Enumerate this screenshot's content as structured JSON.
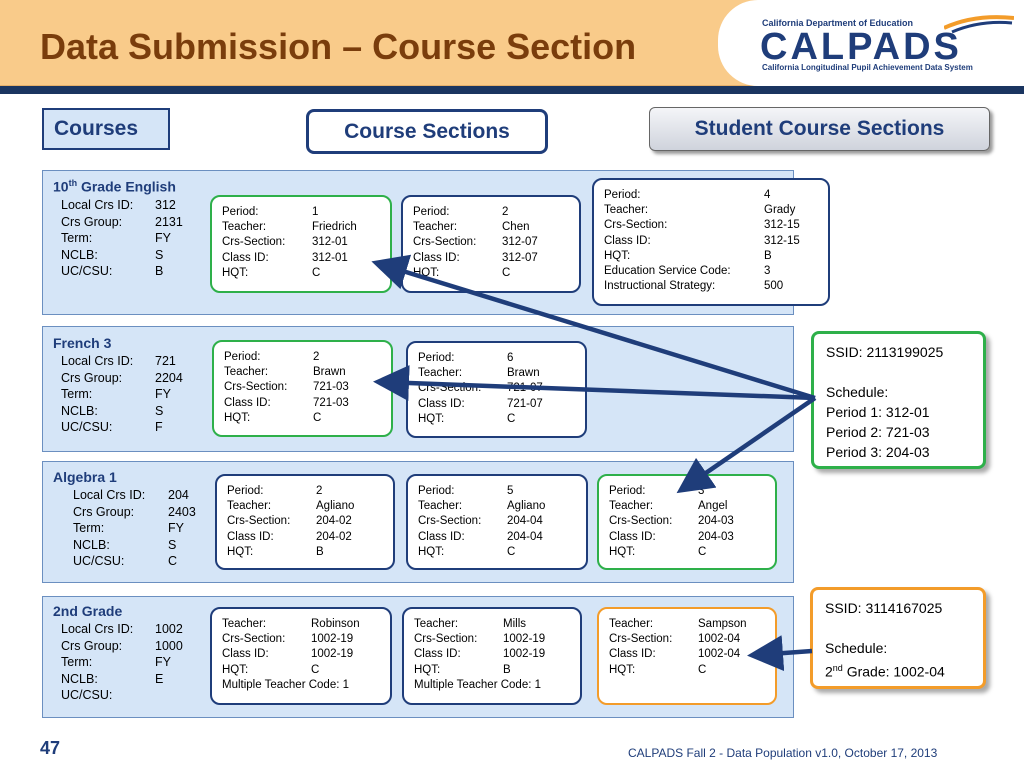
{
  "header": {
    "title": "Data Submission – Course Section"
  },
  "logo": {
    "dept": "California Department of Education",
    "word": "CALPADS",
    "sub": "California Longitudinal Pupil Achievement Data System",
    "colors": {
      "navy": "#1f3d7a",
      "orange": "#f39c2a"
    }
  },
  "labels": {
    "courses": "Courses",
    "sections": "Course Sections",
    "student": "Student Course Sections"
  },
  "courses": [
    {
      "title_main": "10",
      "title_sup": "th",
      "title_rest": " Grade English",
      "fields": [
        {
          "k": "Local Crs ID:",
          "v": "312"
        },
        {
          "k": "Crs Group:",
          "v": "2131"
        },
        {
          "k": "Term:",
          "v": "FY"
        },
        {
          "k": "NCLB:",
          "v": "S"
        },
        {
          "k": "UC/CSU:",
          "v": "B"
        }
      ],
      "cards": [
        [
          {
            "k": "Period:",
            "v": "1"
          },
          {
            "k": "Teacher:",
            "v": "Friedrich"
          },
          {
            "k": "Crs-Section:",
            "v": "312-01"
          },
          {
            "k": "Class ID:",
            "v": "312-01"
          },
          {
            "k": "HQT:",
            "v": "C"
          }
        ],
        [
          {
            "k": "Period:",
            "v": "2"
          },
          {
            "k": "Teacher:",
            "v": "Chen"
          },
          {
            "k": "Crs-Section:",
            "v": "312-07"
          },
          {
            "k": "Class ID:",
            "v": "312-07"
          },
          {
            "k": "HQT:",
            "v": "C"
          }
        ],
        [
          {
            "k": "Period:",
            "v": "4"
          },
          {
            "k": "Teacher:",
            "v": "Grady"
          },
          {
            "k": "Crs-Section:",
            "v": "312-15"
          },
          {
            "k": "Class ID:",
            "v": "312-15"
          },
          {
            "k": "HQT:",
            "v": "B"
          },
          {
            "k": "Education Service Code:",
            "v": "3"
          },
          {
            "k": "Instructional Strategy:",
            "v": "500"
          }
        ]
      ]
    },
    {
      "title_main": "French 3",
      "title_sup": "",
      "title_rest": "",
      "fields": [
        {
          "k": "Local Crs ID:",
          "v": "721"
        },
        {
          "k": "Crs Group:",
          "v": "2204"
        },
        {
          "k": "Term:",
          "v": "FY"
        },
        {
          "k": "NCLB:",
          "v": "S"
        },
        {
          "k": "UC/CSU:",
          "v": "F"
        }
      ],
      "cards": [
        [
          {
            "k": "Period:",
            "v": "2"
          },
          {
            "k": "Teacher:",
            "v": "Brawn"
          },
          {
            "k": "Crs-Section:",
            "v": "721-03"
          },
          {
            "k": "Class ID:",
            "v": "721-03"
          },
          {
            "k": "HQT:",
            "v": "C"
          }
        ],
        [
          {
            "k": "Period:",
            "v": "6"
          },
          {
            "k": "Teacher:",
            "v": "Brawn"
          },
          {
            "k": "Crs-Section:",
            "v": "721-07"
          },
          {
            "k": "Class ID:",
            "v": "721-07"
          },
          {
            "k": "HQT:",
            "v": "C"
          }
        ]
      ]
    },
    {
      "title_main": "Algebra 1",
      "title_sup": "",
      "title_rest": "",
      "fields": [
        {
          "k": "Local Crs ID:",
          "v": "204"
        },
        {
          "k": "Crs Group:",
          "v": "2403"
        },
        {
          "k": "Term:",
          "v": "FY"
        },
        {
          "k": "NCLB:",
          "v": "S"
        },
        {
          "k": "UC/CSU:",
          "v": "C"
        }
      ],
      "cards": [
        [
          {
            "k": "Period:",
            "v": "2"
          },
          {
            "k": "Teacher:",
            "v": "Agliano"
          },
          {
            "k": "Crs-Section:",
            "v": "204-02"
          },
          {
            "k": "Class ID:",
            "v": "204-02"
          },
          {
            "k": "HQT:",
            "v": "B"
          }
        ],
        [
          {
            "k": "Period:",
            "v": "5"
          },
          {
            "k": "Teacher:",
            "v": "Agliano"
          },
          {
            "k": "Crs-Section:",
            "v": "204-04"
          },
          {
            "k": "Class ID:",
            "v": "204-04"
          },
          {
            "k": "HQT:",
            "v": "C"
          }
        ],
        [
          {
            "k": "Period:",
            "v": "3"
          },
          {
            "k": "Teacher:",
            "v": "Angel"
          },
          {
            "k": "Crs-Section:",
            "v": "204-03"
          },
          {
            "k": "Class ID:",
            "v": "204-03"
          },
          {
            "k": "HQT:",
            "v": "C"
          }
        ]
      ]
    },
    {
      "title_main": "2nd Grade",
      "title_sup": "",
      "title_rest": "",
      "fields": [
        {
          "k": "Local Crs ID:",
          "v": "1002"
        },
        {
          "k": "Crs Group:",
          "v": "1000"
        },
        {
          "k": "Term:",
          "v": "FY"
        },
        {
          "k": "NCLB:",
          "v": "E"
        },
        {
          "k": "UC/CSU:",
          "v": ""
        }
      ],
      "cards": [
        [
          {
            "k": "Teacher:",
            "v": "Robinson"
          },
          {
            "k": "Crs-Section:",
            "v": "1002-19"
          },
          {
            "k": "Class ID:",
            "v": "1002-19"
          },
          {
            "k": "HQT:",
            "v": "C"
          },
          {
            "k": "Multiple Teacher Code: 1",
            "v": ""
          }
        ],
        [
          {
            "k": "Teacher:",
            "v": "Mills"
          },
          {
            "k": "Crs-Section:",
            "v": "1002-19"
          },
          {
            "k": "Class ID:",
            "v": "1002-19"
          },
          {
            "k": "HQT:",
            "v": "B"
          },
          {
            "k": "Multiple Teacher Code: 1",
            "v": ""
          }
        ],
        [
          {
            "k": "Teacher:",
            "v": "Sampson"
          },
          {
            "k": "Crs-Section:",
            "v": "1002-04"
          },
          {
            "k": "Class ID:",
            "v": "1002-04"
          },
          {
            "k": "HQT:",
            "v": "C"
          }
        ]
      ]
    }
  ],
  "students": [
    {
      "ssid": "SSID: 2113199025",
      "schedule_label": "Schedule:",
      "lines": [
        "Period 1: 312-01",
        "Period 2: 721-03",
        "Period 3: 204-03"
      ]
    },
    {
      "ssid": "SSID: 3114167025",
      "schedule_label": "Schedule:",
      "line_main": "2",
      "line_sup": "nd",
      "line_rest": " Grade: 1002-04"
    }
  ],
  "footer": {
    "page": "47",
    "text": "CALPADS Fall 2 - Data Population  v1.0, October 17, 2013"
  }
}
